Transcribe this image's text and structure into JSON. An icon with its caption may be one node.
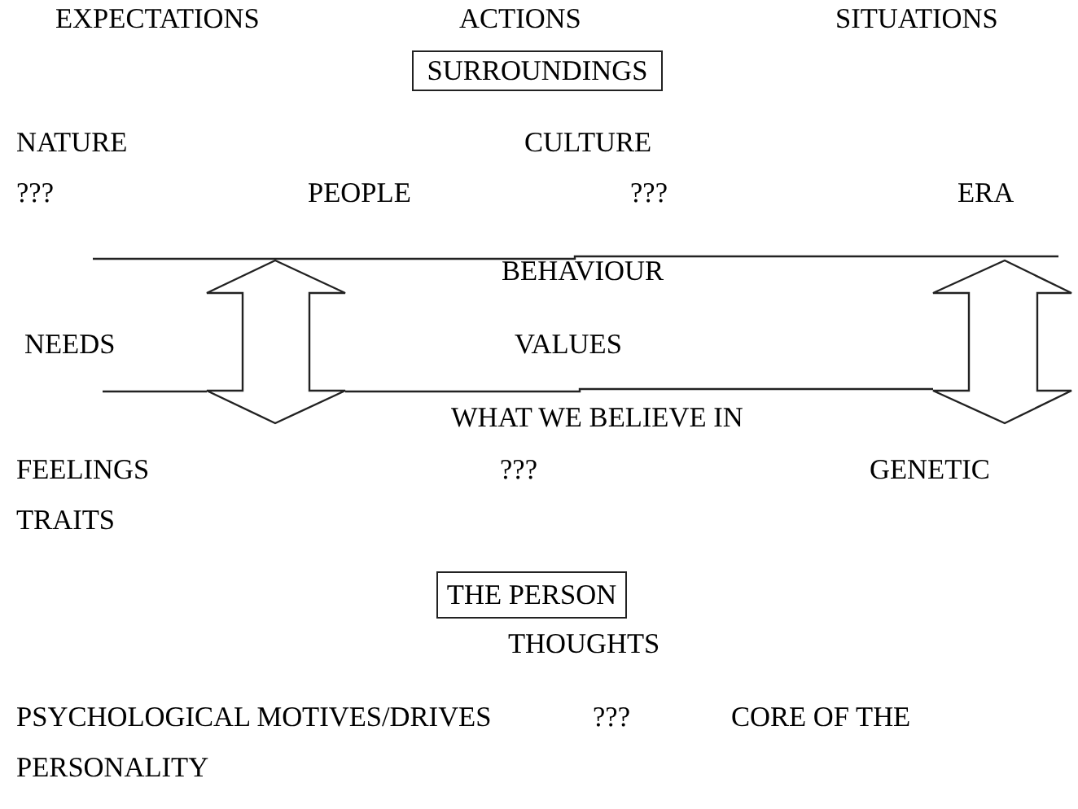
{
  "diagram": {
    "nodes": [
      {
        "text": [
          "SURROUNDINGS"
        ]
      },
      {
        "text": [
          "THE PERSON"
        ]
      }
    ],
    "labels": [
      "EXPECTATIONS",
      "ACTIONS",
      "SITUATIONS",
      "NATURE",
      "CULTURE",
      "???",
      "PEOPLE",
      "???",
      "ERA",
      "BEHAVIOUR",
      "NEEDS",
      "VALUES",
      "WHAT WE BELIEVE IN",
      "FEELINGS",
      "???",
      "GENETIC",
      "TRAITS",
      "THOUGHTS",
      "PSYCHOLOGICAL MOTIVES/DRIVES",
      "???",
      "CORE OF THE",
      "PERSONALITY"
    ]
  }
}
